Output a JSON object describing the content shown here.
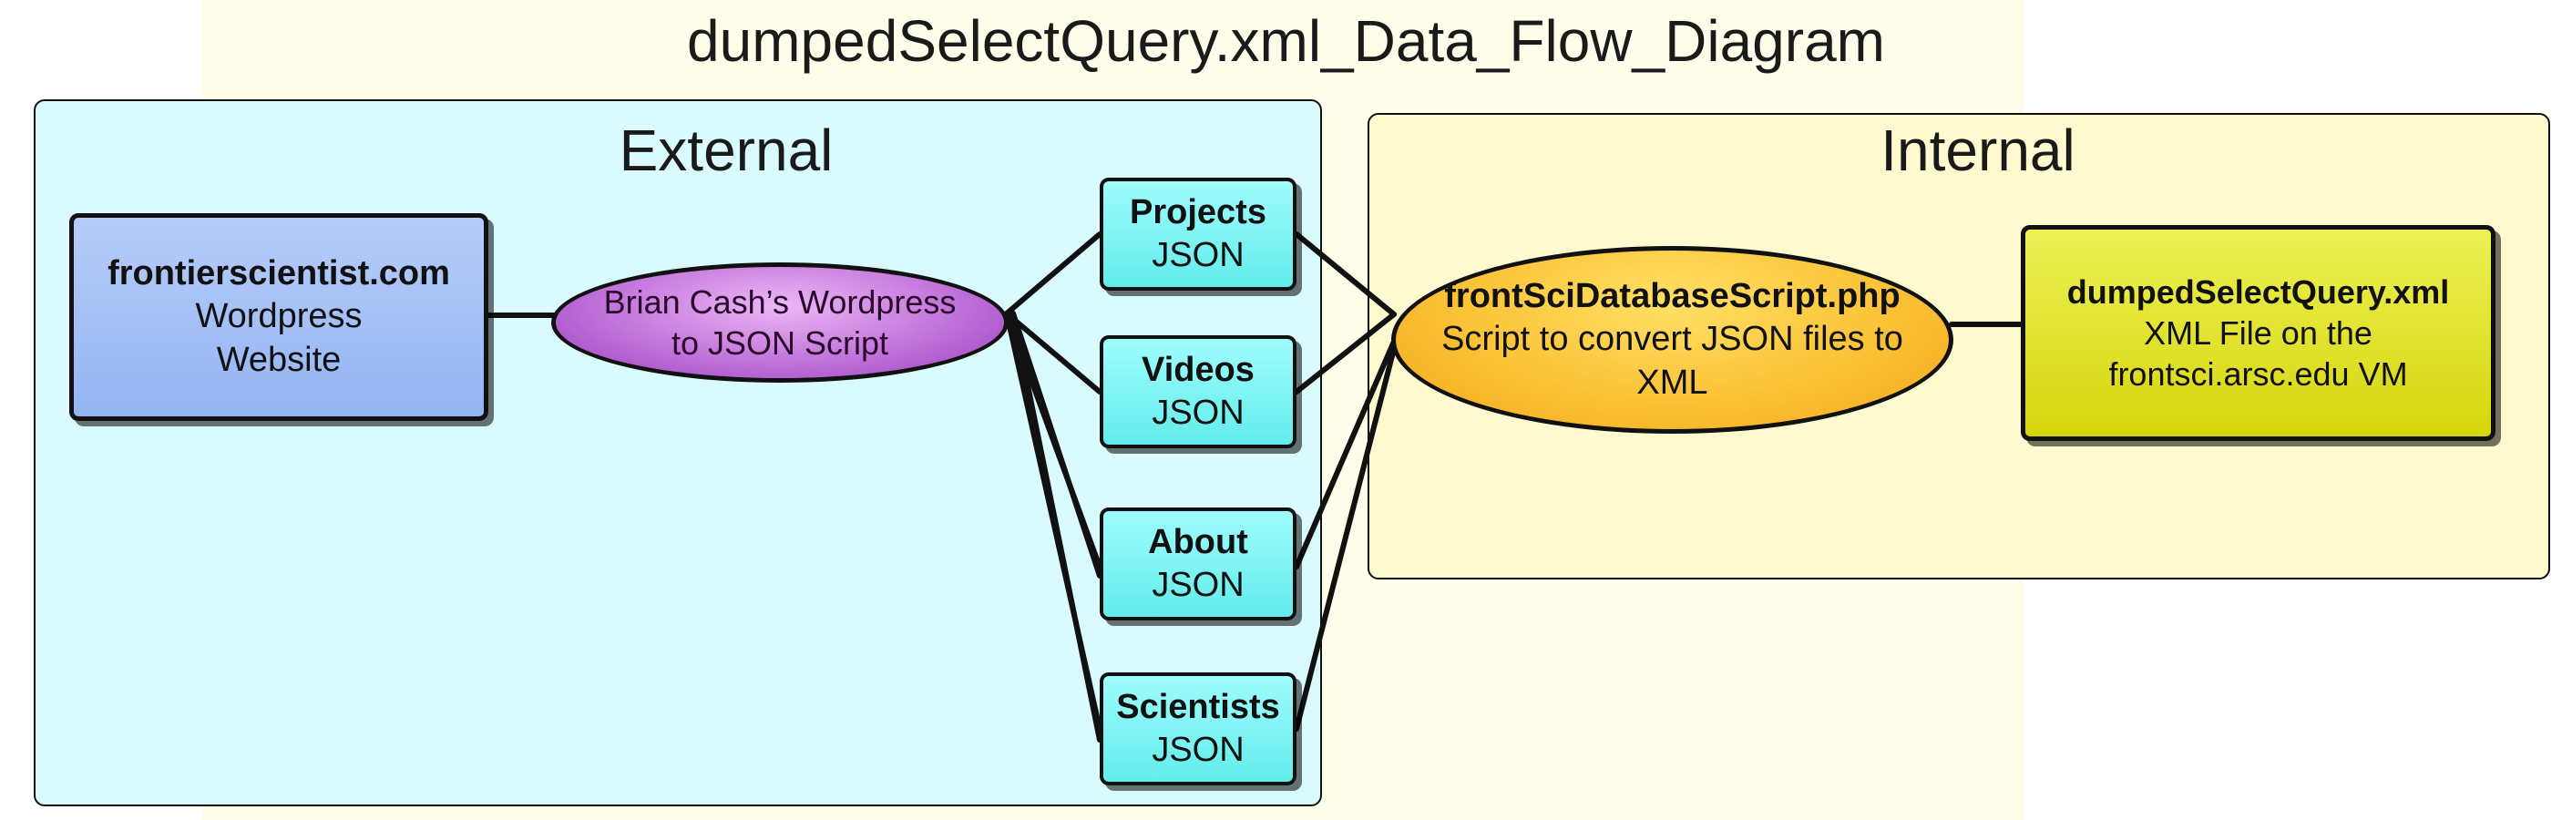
{
  "title": "dumpedSelectQuery.xml_Data_Flow_Diagram",
  "regions": {
    "external": {
      "label": "External"
    },
    "internal": {
      "label": "Internal"
    }
  },
  "nodes": {
    "website": {
      "name": "frontierscientist.com",
      "desc1": "Wordpress",
      "desc2": "Website"
    },
    "wp_script": {
      "line1": "Brian Cash’s Wordpress",
      "line2": "to JSON Script"
    },
    "json_files": [
      {
        "name": "Projects",
        "type": "JSON"
      },
      {
        "name": "Videos",
        "type": "JSON"
      },
      {
        "name": "About",
        "type": "JSON"
      },
      {
        "name": "Scientists",
        "type": "JSON"
      }
    ],
    "php_script": {
      "name": "frontSciDatabaseScript.php",
      "desc1": "Script to convert JSON files to",
      "desc2": "XML"
    },
    "xml_file": {
      "name": "dumpedSelectQuery.xml",
      "desc1": "XML File on the",
      "desc2": "frontsci.arsc.edu VM"
    }
  },
  "colors": {
    "external_region": "#d9fbfd",
    "internal_region": "#fefad0",
    "website_box": "#a6c0f6",
    "wp_script_ellipse": "#c97fdf",
    "json_box": "#7ff4f4",
    "php_ellipse": "#fcc53a",
    "xml_box": "#e2e332"
  }
}
